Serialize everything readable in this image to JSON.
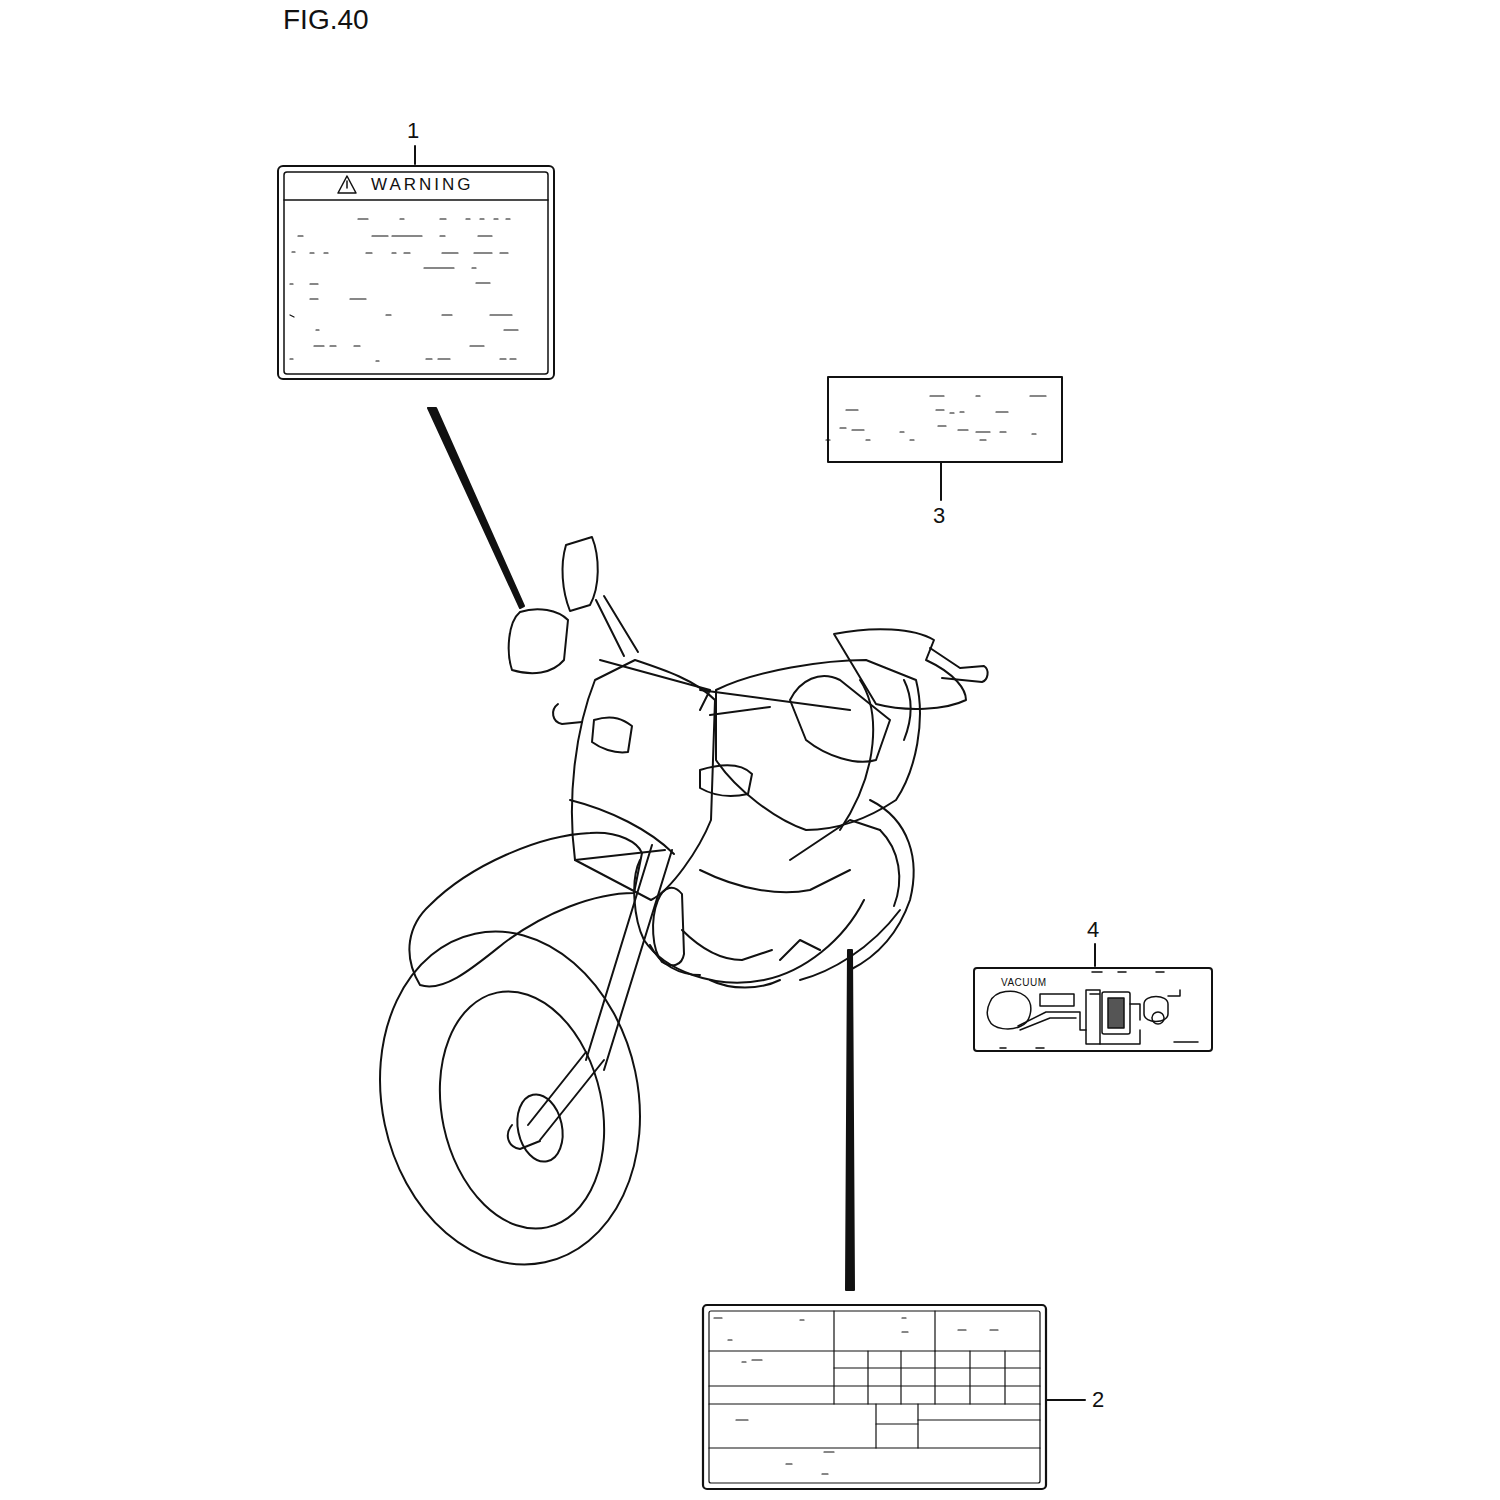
{
  "diagram": {
    "title": "FIG.40",
    "nodes": [
      {
        "text": [
          "WARNING"
        ]
      },
      {
        "text": [
          "VACUUM"
        ]
      }
    ],
    "labels": [
      "1",
      "3",
      "4",
      "2"
    ]
  }
}
